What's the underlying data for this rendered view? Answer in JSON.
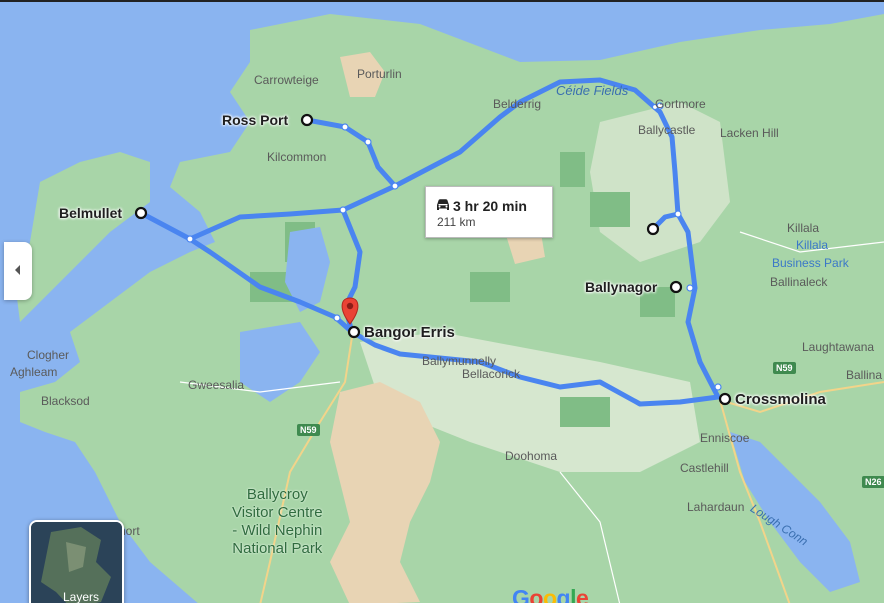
{
  "route": {
    "time": "3 hr 20 min",
    "distance": "211 km",
    "color": "#4a85f0"
  },
  "places": {
    "bold": [
      {
        "id": "ross-port",
        "label": "Ross Port"
      },
      {
        "id": "belmullet",
        "label": "Belmullet"
      },
      {
        "id": "ballynagor",
        "label": "Ballynagor"
      },
      {
        "id": "crossmolina",
        "label": "Crossmolina"
      },
      {
        "id": "bangor-erris",
        "label": "Bangor Erris"
      }
    ],
    "minor": [
      {
        "id": "carrowteige",
        "label": "Carrowteige"
      },
      {
        "id": "porturlin",
        "label": "Porturlin"
      },
      {
        "id": "kilcommon",
        "label": "Kilcommon"
      },
      {
        "id": "belderrig",
        "label": "Belderrig"
      },
      {
        "id": "gortmore",
        "label": "Gortmore"
      },
      {
        "id": "ballycastle",
        "label": "Ballycastle"
      },
      {
        "id": "lacken-hill",
        "label": "Lacken Hill"
      },
      {
        "id": "killala",
        "label": "Killala"
      },
      {
        "id": "ballinaleck",
        "label": "Ballinaleck"
      },
      {
        "id": "laughtawana",
        "label": "Laughtawana"
      },
      {
        "id": "ballina",
        "label": "Ballina"
      },
      {
        "id": "clogher",
        "label": "Clogher"
      },
      {
        "id": "aghleam",
        "label": "Aghleam"
      },
      {
        "id": "blacksod",
        "label": "Blacksod"
      },
      {
        "id": "gweesalia",
        "label": "Gweesalia"
      },
      {
        "id": "ballymunnelly",
        "label": "Ballymunnelly"
      },
      {
        "id": "bellacorick",
        "label": "Bellacorick"
      },
      {
        "id": "doohoma",
        "label": "Doohoma"
      },
      {
        "id": "enniscoe",
        "label": "Enniscoe"
      },
      {
        "id": "castlehill",
        "label": "Castlehill"
      },
      {
        "id": "lahardaun",
        "label": "Lahardaun"
      },
      {
        "id": "nort",
        "label": "nort"
      }
    ],
    "ceide": "Céide Fields",
    "killala_park_1": "Killala",
    "killala_park_2": "Business Park",
    "lough_conn": "Lough Conn",
    "ballycroy": [
      "Ballycroy",
      "Visitor Centre",
      "- Wild Nephin",
      "National Park"
    ]
  },
  "roads": {
    "n59_a": "N59",
    "n59_b": "N59",
    "n26": "N26"
  },
  "controls": {
    "layers_label": "Layers",
    "google": [
      "G",
      "o",
      "o",
      "g",
      "l",
      "e"
    ],
    "google_colors": [
      "#4285F4",
      "#EA4335",
      "#FBBC05",
      "#4285F4",
      "#34A853",
      "#EA4335"
    ]
  }
}
